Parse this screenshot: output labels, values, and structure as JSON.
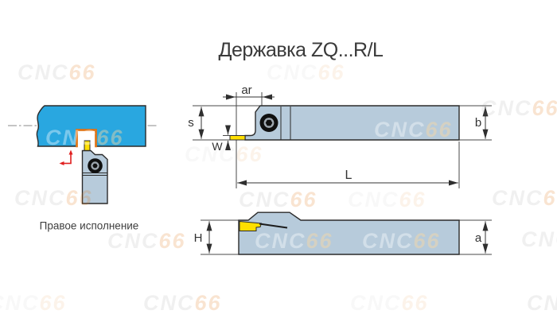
{
  "title": "Державка ZQ...R/L",
  "left_view": {
    "caption": "Правое исполнение"
  },
  "side_view": {
    "dims": {
      "ar": "ar",
      "s": "s",
      "w": "W",
      "b": "b",
      "l": "L"
    }
  },
  "top_view": {
    "dims": {
      "h": "H",
      "a": "a"
    }
  },
  "watermark": {
    "part1": "CNC",
    "part2": "66"
  },
  "colors": {
    "workpiece_blue": "#29a7e0",
    "holder_gray": "#b7cbdb",
    "insert_yellow": "#ffdf00",
    "groove_orange": "#e0781c",
    "arrow_red": "#e02020",
    "outline_dark": "#2b2b2b",
    "dim_line_gray": "#4a4a4a",
    "label_text": "#3a3a3a",
    "watermark_gray": "#ededed",
    "watermark_orange": "#f3d2a8",
    "background": "#ffffff"
  }
}
